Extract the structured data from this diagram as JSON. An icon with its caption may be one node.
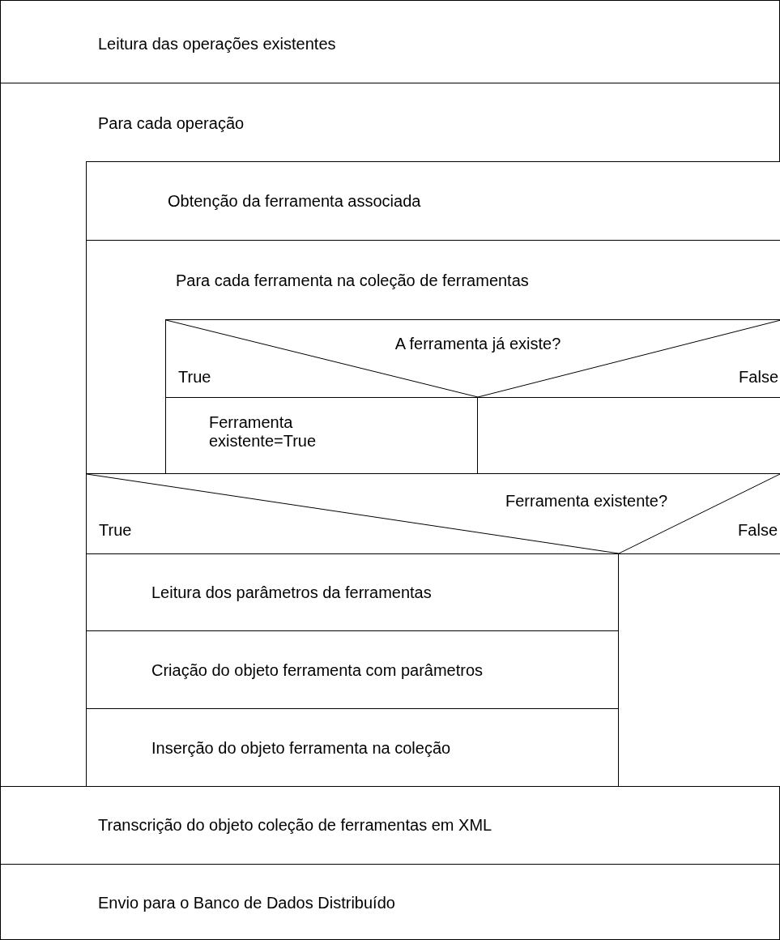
{
  "diagram": {
    "nodes": [
      {
        "text": [
          "Leitura das operações existentes"
        ]
      },
      {
        "text": [
          "Para cada operação"
        ]
      },
      {
        "text": [
          "Obtenção da ferramenta associada"
        ],
        "in": 1
      },
      {
        "text": [
          "Para cada ferramenta na coleção de ferramentas"
        ],
        "in": 1
      },
      {
        "text": [
          "A ferramenta já existe?",
          "True",
          "False"
        ],
        "in": 3
      },
      {
        "text": [
          "Ferramenta existente=True"
        ],
        "in": 3
      },
      {
        "text": [],
        "shape": "box",
        "in": 3
      },
      {
        "text": [
          "Ferramenta existente?",
          "True",
          "False"
        ],
        "in": 1
      },
      {
        "text": [
          "Leitura dos parâmetros da ferramentas"
        ],
        "in": 1
      },
      {
        "text": [
          "Criação do objeto ferramenta com parâmetros"
        ],
        "in": 1
      },
      {
        "text": [
          "Inserção do objeto ferramenta na coleção"
        ],
        "in": 1
      },
      {
        "text": [],
        "shape": "box",
        "in": 1
      },
      {
        "text": [
          "Transcrição do objeto coleção de ferramentas em XML"
        ]
      },
      {
        "text": [
          "Envio para o Banco de Dados Distribuído"
        ]
      }
    ]
  }
}
